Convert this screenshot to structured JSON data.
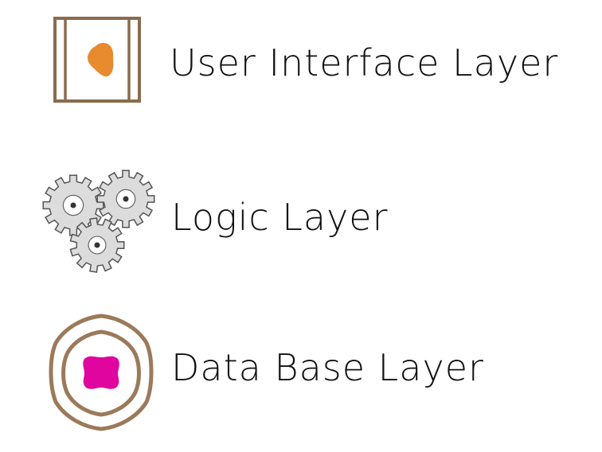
{
  "layers": [
    {
      "id": "ui",
      "label": "User Interface Layer",
      "icon": "window-frame-icon",
      "colors": {
        "frame": "#8b6b4e",
        "accent": "#e88a2e"
      }
    },
    {
      "id": "logic",
      "label": "Logic Layer",
      "icon": "gears-icon",
      "colors": {
        "gear": "#dcdcdc",
        "outline": "#555555"
      }
    },
    {
      "id": "db",
      "label": "Data Base Layer",
      "icon": "concentric-shapes-icon",
      "colors": {
        "ring": "#9b7a5a",
        "accent": "#e0059e"
      }
    }
  ]
}
